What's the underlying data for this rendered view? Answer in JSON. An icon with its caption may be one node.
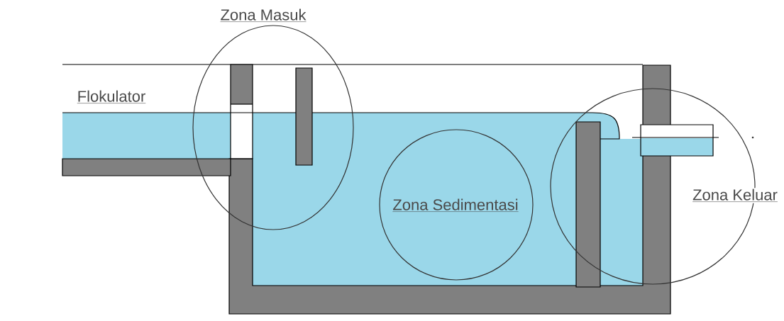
{
  "diagram": {
    "nodes": [
      {
        "text": [
          "Zona Masuk"
        ]
      },
      {
        "text": [
          "Zona Sedimentasi"
        ]
      },
      {
        "text": [
          "Zona Keluar"
        ]
      }
    ],
    "labels": [
      "Flokulator"
    ]
  }
}
